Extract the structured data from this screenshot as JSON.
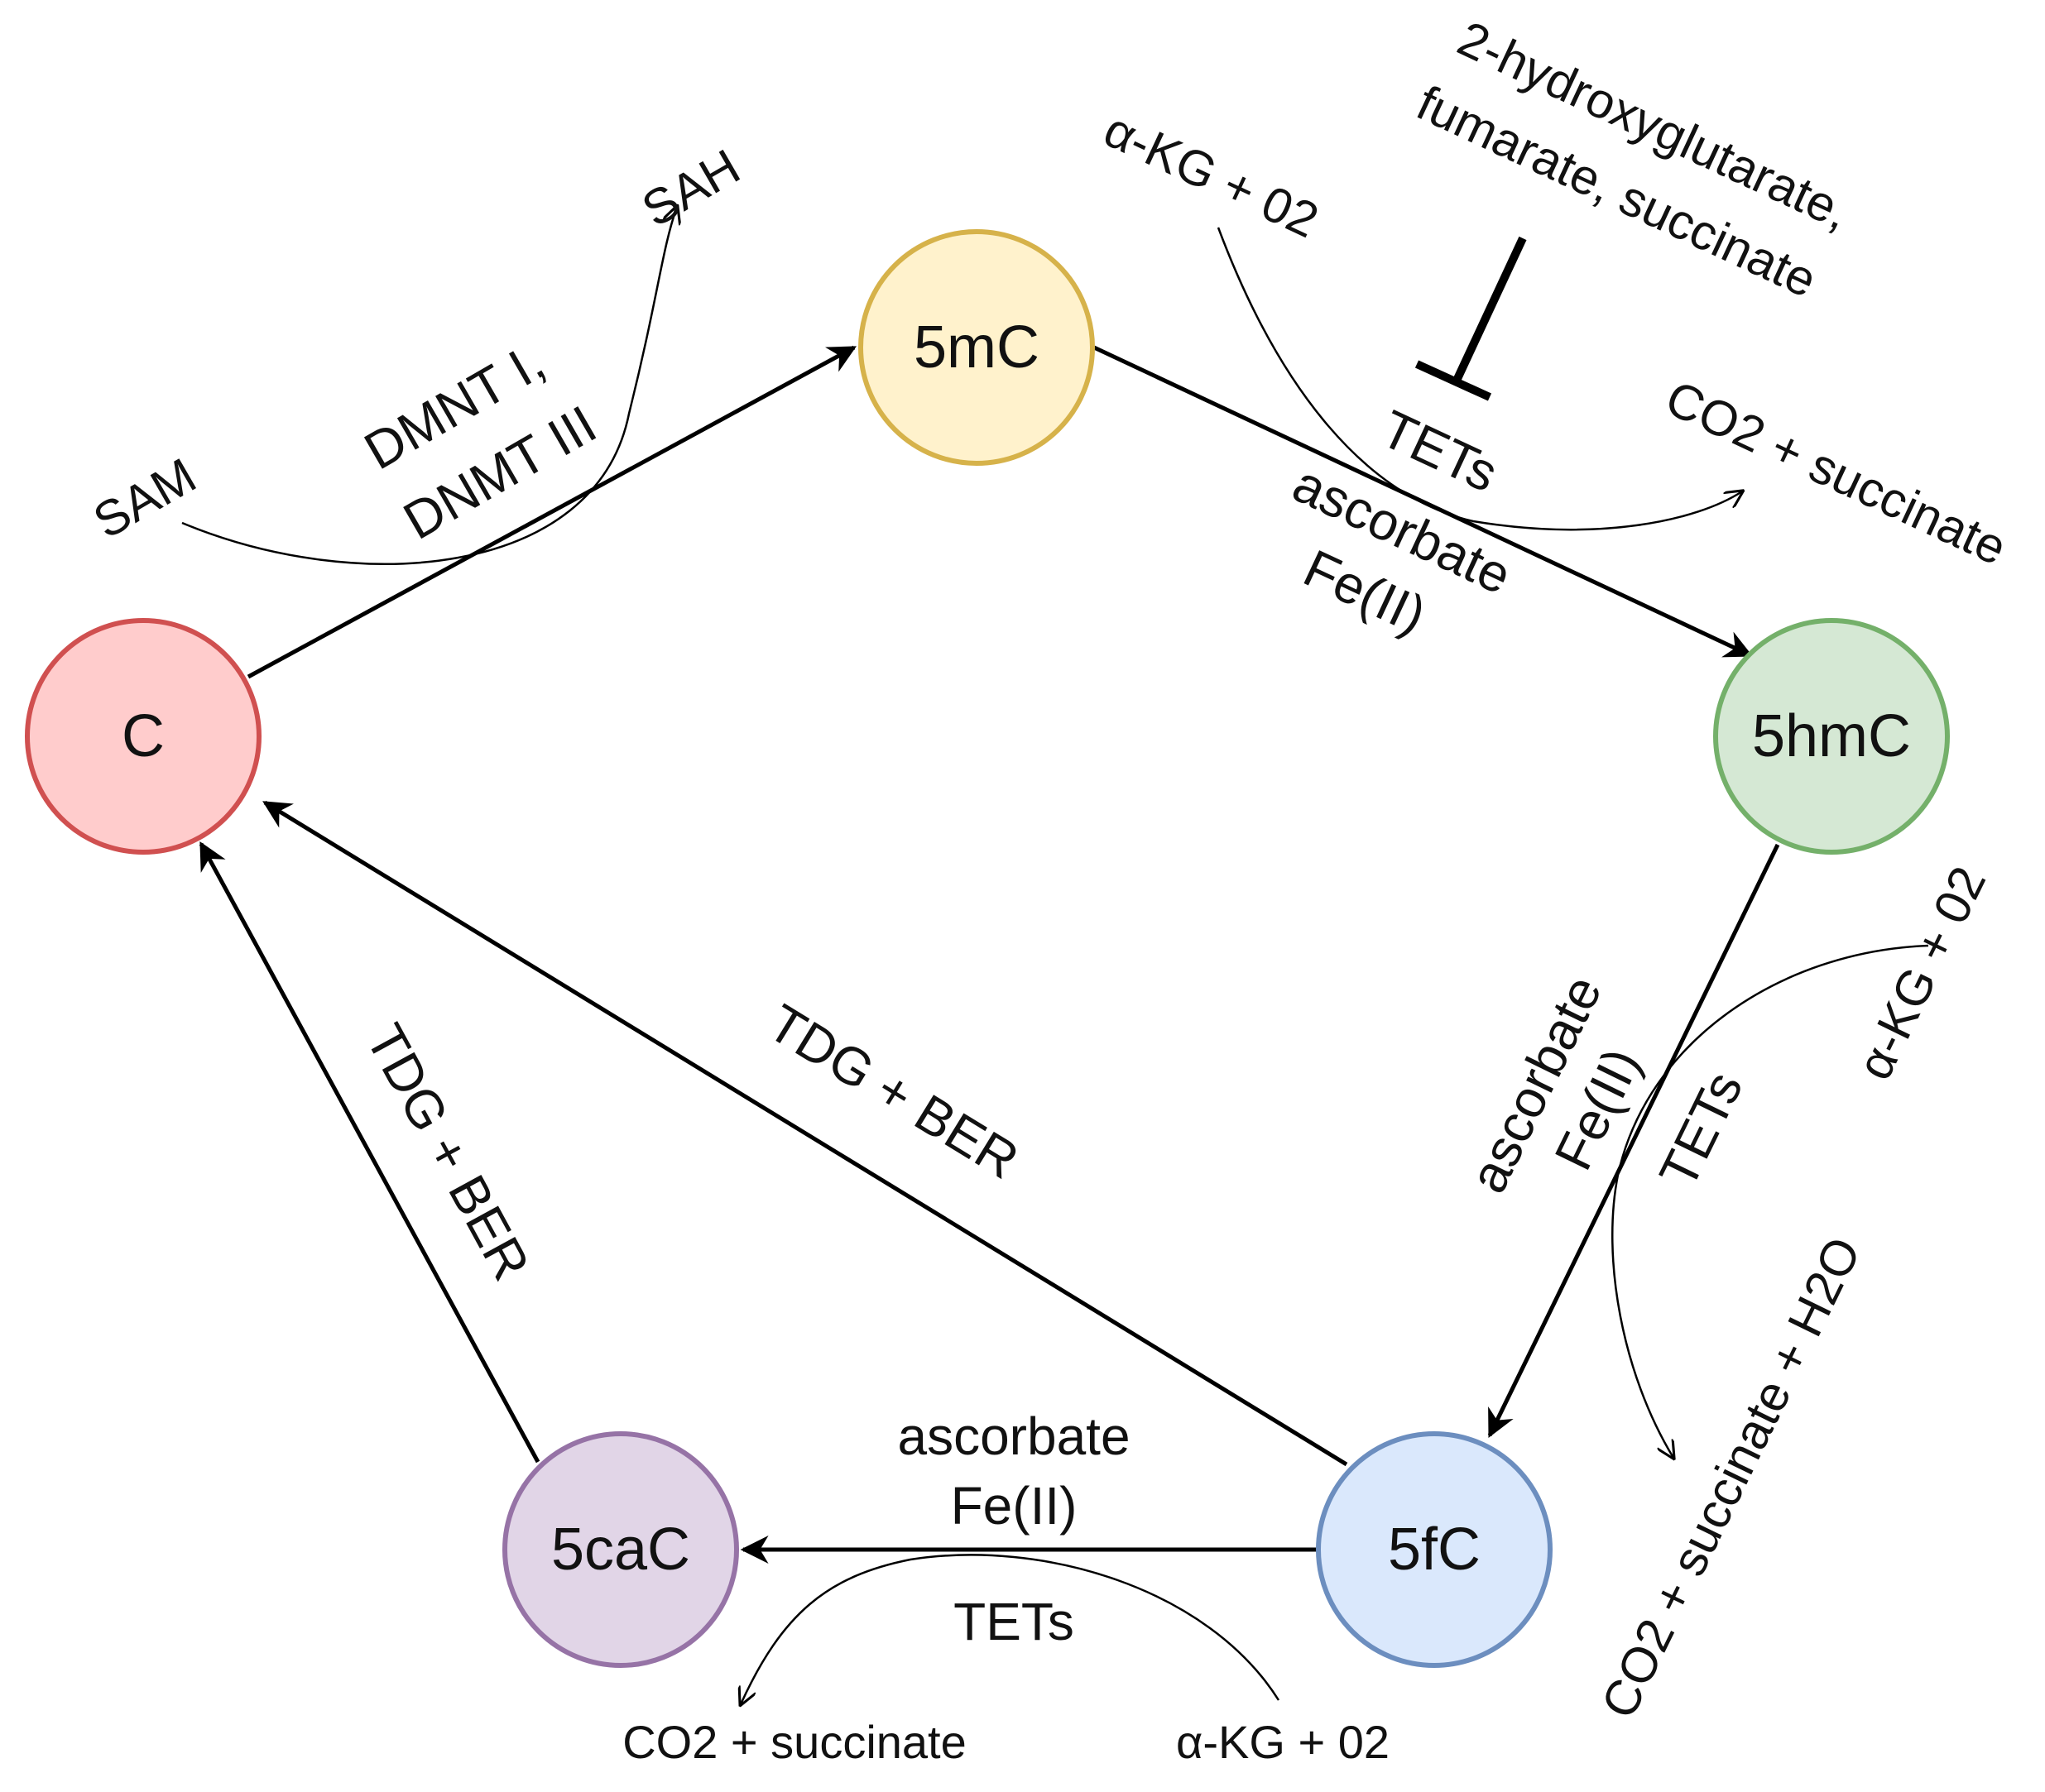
{
  "nodes": {
    "c": {
      "label": "C",
      "fill": "#ffcccc",
      "stroke": "#d05050"
    },
    "m5c": {
      "label": "5mC",
      "fill": "#fff2cc",
      "stroke": "#d6b24a"
    },
    "hm5c": {
      "label": "5hmC",
      "fill": "#d5e8d4",
      "stroke": "#74b06a"
    },
    "f5c": {
      "label": "5fC",
      "fill": "#dae8fc",
      "stroke": "#6c8ebf"
    },
    "cac5": {
      "label": "5caC",
      "fill": "#e1d5e7",
      "stroke": "#9673a6"
    }
  },
  "labels": {
    "sam": "SAM",
    "sah": "SAH",
    "dnmt_line1": "DMNT I,",
    "dnmt_line2": "DNMT III",
    "akg_top": "α-KG + 02",
    "inhibitor_line1": "2-hydroxyglutarate,",
    "inhibitor_line2": "fumarate, succinate",
    "tets_top": "TETs",
    "co2_top": "CO2 + succinate",
    "asc_top": "ascorbate",
    "fe_top": "Fe(II)",
    "akg_right": "α-KG + 02",
    "asc_right": "ascorbate",
    "fe_right": "Fe(II)",
    "tets_right": "TETs",
    "co2_right": "CO2 + succinate + H2O",
    "tdg_mid": "TDG + BER",
    "tdg_left": "TDG + BER",
    "asc_bottom": "ascorbate",
    "fe_bottom": "Fe(II)",
    "tets_bottom": "TETs",
    "co2_bottom": "CO2 + succinate",
    "akg_bottom": "α-KG + 02"
  }
}
